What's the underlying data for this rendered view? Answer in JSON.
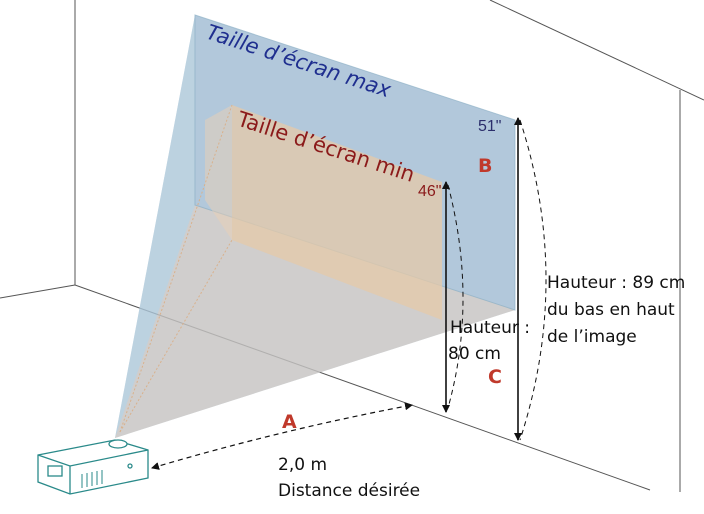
{
  "labels": {
    "max_screen": "Taille d’écran max",
    "min_screen": "Taille d’écran min",
    "max_size": "51\"",
    "min_size": "46\"",
    "marker_a": "A",
    "marker_b": "B",
    "marker_c": "C",
    "distance_value": "2,0 m",
    "distance_caption": "Distance désirée",
    "min_height_line1": "Hauteur :",
    "min_height_line2": "80 cm",
    "max_height_line1": "Hauteur : 89 cm",
    "max_height_line2": "du bas en haut",
    "max_height_line3": "de l’image"
  },
  "colors": {
    "max_screen_text": "#1f2f8f",
    "min_screen_text": "#8b1a1a",
    "marker": "#c0392b",
    "projector": "#2a8a8a"
  }
}
